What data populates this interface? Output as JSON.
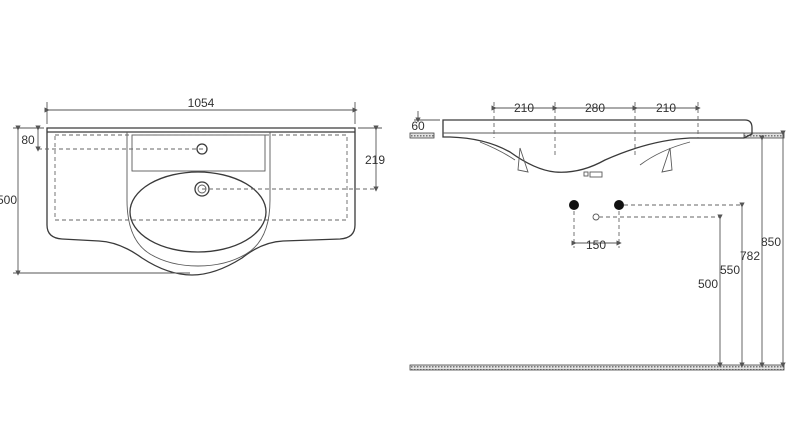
{
  "top_view": {
    "dims": {
      "width": "1054",
      "depth": "500",
      "tap_offset": "80",
      "bowl_offset": "219"
    }
  },
  "side_view": {
    "dims": {
      "spacing_left": "210",
      "spacing_mid": "280",
      "spacing_right": "210",
      "thickness": "60",
      "valve_spacing": "150",
      "h_waste": "500",
      "h_valves": "550",
      "h_underside": "782",
      "h_top": "850"
    }
  }
}
